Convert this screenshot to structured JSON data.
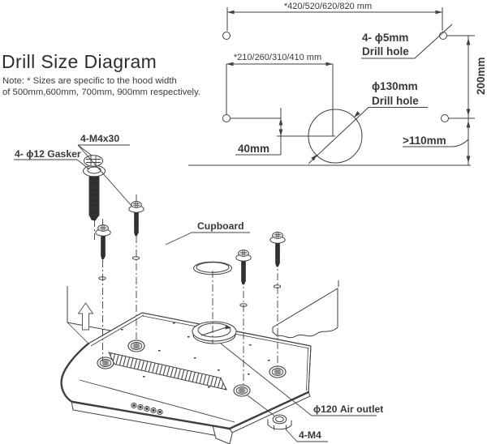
{
  "title": "Drill Size Diagram",
  "note": {
    "line1": "Note: * Sizes are specific to the hood width",
    "line2": "of 500mm,600mm, 700mm, 900mm respectively."
  },
  "drill_template": {
    "width_dim": "*420/520/620/820 mm",
    "half_width_dim": "*210/260/310/410 mm",
    "small_hole_label_line1": "4- ϕ5mm",
    "small_hole_label_line2": "Drill hole",
    "big_hole_label_line1": "ϕ130mm",
    "big_hole_label_line2": "Drill hole",
    "offset_dim": "40mm",
    "height_dim": "200mm",
    "clearance_dim": ">110mm"
  },
  "assembly": {
    "screw_label": "4-M4x30",
    "gasket_label": "4- ϕ12 Gasker",
    "cupboard_label": "Cupboard",
    "air_outlet_label": "ϕ120 Air outlet",
    "nut_label": "4-M4"
  },
  "colors": {
    "line": "#3f3f3f",
    "thick_line": "#232323",
    "text": "#383838",
    "screw_fill": "#2f2f2f"
  }
}
